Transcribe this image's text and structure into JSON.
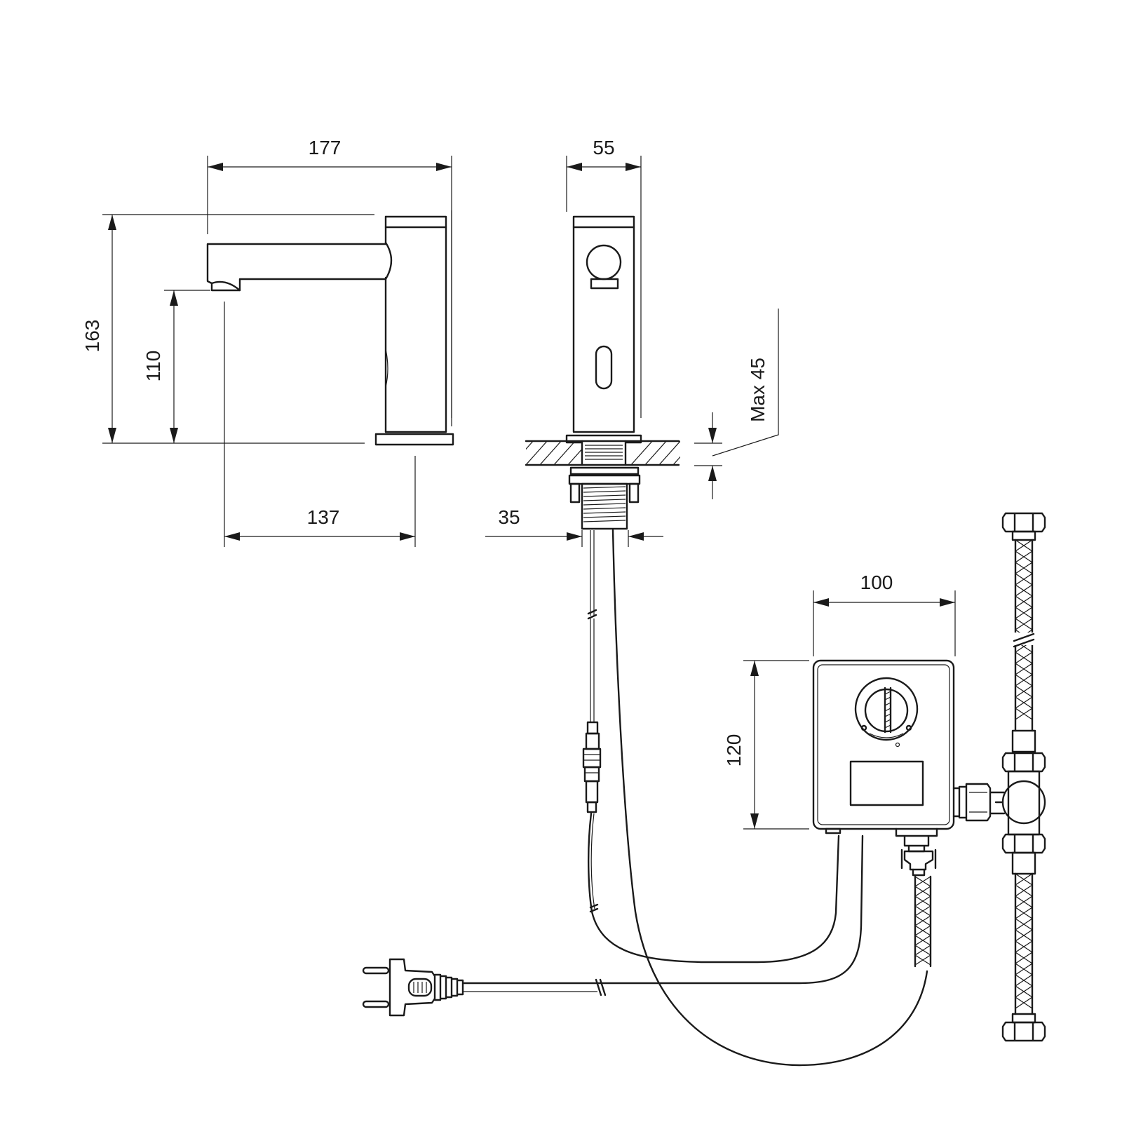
{
  "dimensions": {
    "d177": "177",
    "d55": "55",
    "d163": "163",
    "d110": "110",
    "dmax45": "Max 45",
    "d137": "137",
    "d35": "35",
    "d100": "100",
    "d120": "120"
  },
  "colors": {
    "line": "#1a1a1a",
    "background": "#ffffff"
  }
}
